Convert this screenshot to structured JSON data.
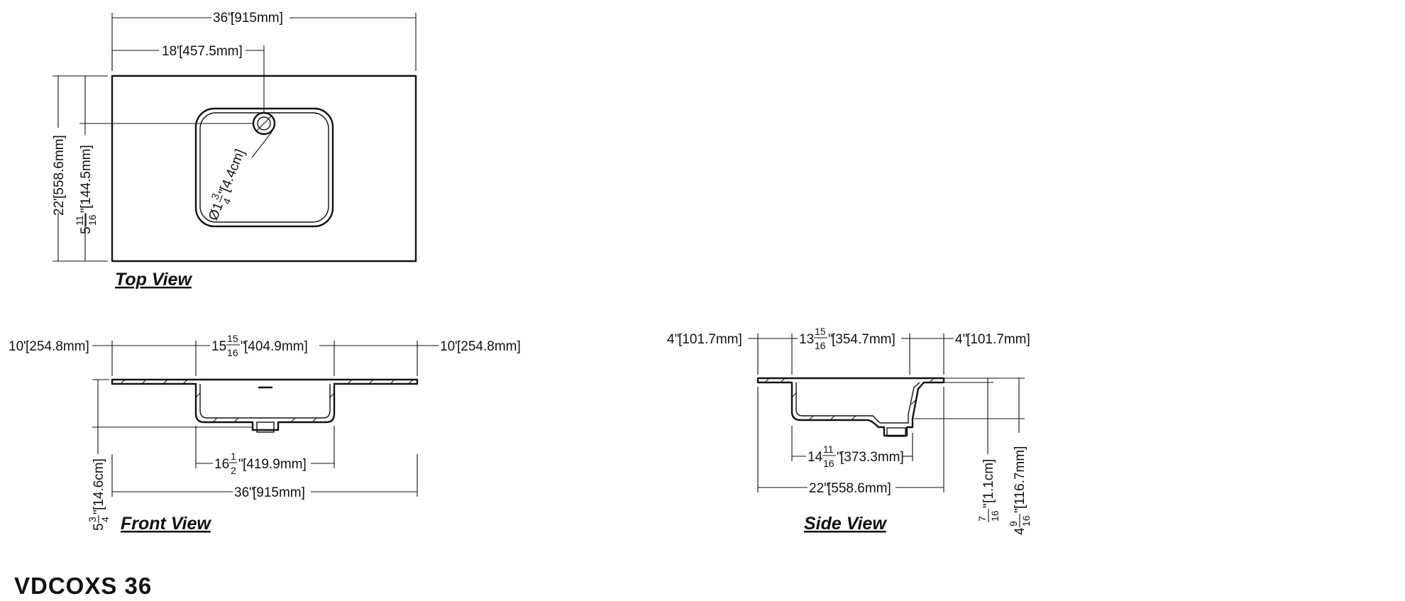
{
  "model_name": "VDCOXS 36",
  "views": {
    "top": "Top View",
    "front": "Front View",
    "side": "Side View"
  },
  "top_view": {
    "width": {
      "main": "36\"",
      "metric": "[915mm]"
    },
    "drain_offset": {
      "main": "18\"",
      "metric": "[457.5mm]"
    },
    "depth": {
      "main": "22\"",
      "metric": "[558.6mm]"
    },
    "drain_from_back": {
      "whole": "5",
      "num": "11",
      "den": "16",
      "unit": "\"",
      "metric": "[144.5mm]"
    },
    "drain_diameter": {
      "prefix": "Ø1",
      "num": "3",
      "den": "4",
      "unit": "\"",
      "metric": "[4.4cm]"
    }
  },
  "front_view": {
    "left_margin": {
      "main": "10\"",
      "metric": "[254.8mm]"
    },
    "bowl_inner": {
      "whole": "15",
      "num": "15",
      "den": "16",
      "unit": "\"",
      "metric": "[404.9mm]"
    },
    "right_margin": {
      "main": "10\"",
      "metric": "[254.8mm]"
    },
    "bowl_outer": {
      "whole": "16",
      "num": "1",
      "den": "2",
      "unit": "\"",
      "metric": "[419.9mm]"
    },
    "width": {
      "main": "36\"",
      "metric": "[915mm]"
    },
    "height": {
      "whole": "5",
      "num": "3",
      "den": "4",
      "unit": "\"",
      "metric": "[14.6cm]"
    }
  },
  "side_view": {
    "front_margin": {
      "main": "4\"",
      "metric": "[101.7mm]"
    },
    "bowl_inner": {
      "whole": "13",
      "num": "15",
      "den": "16",
      "unit": "\"",
      "metric": "[354.7mm]"
    },
    "back_margin": {
      "main": "4\"",
      "metric": "[101.7mm]"
    },
    "bowl_outer": {
      "whole": "14",
      "num": "11",
      "den": "16",
      "unit": "\"",
      "metric": "[373.3mm]"
    },
    "depth": {
      "main": "22\"",
      "metric": "[558.6mm]"
    },
    "lip": {
      "whole": "",
      "num": "7",
      "den": "16",
      "unit": "\"",
      "metric": "[1.1cm]"
    },
    "height": {
      "whole": "4",
      "num": "9",
      "den": "16",
      "unit": "\"",
      "metric": "[116.7mm]"
    }
  }
}
